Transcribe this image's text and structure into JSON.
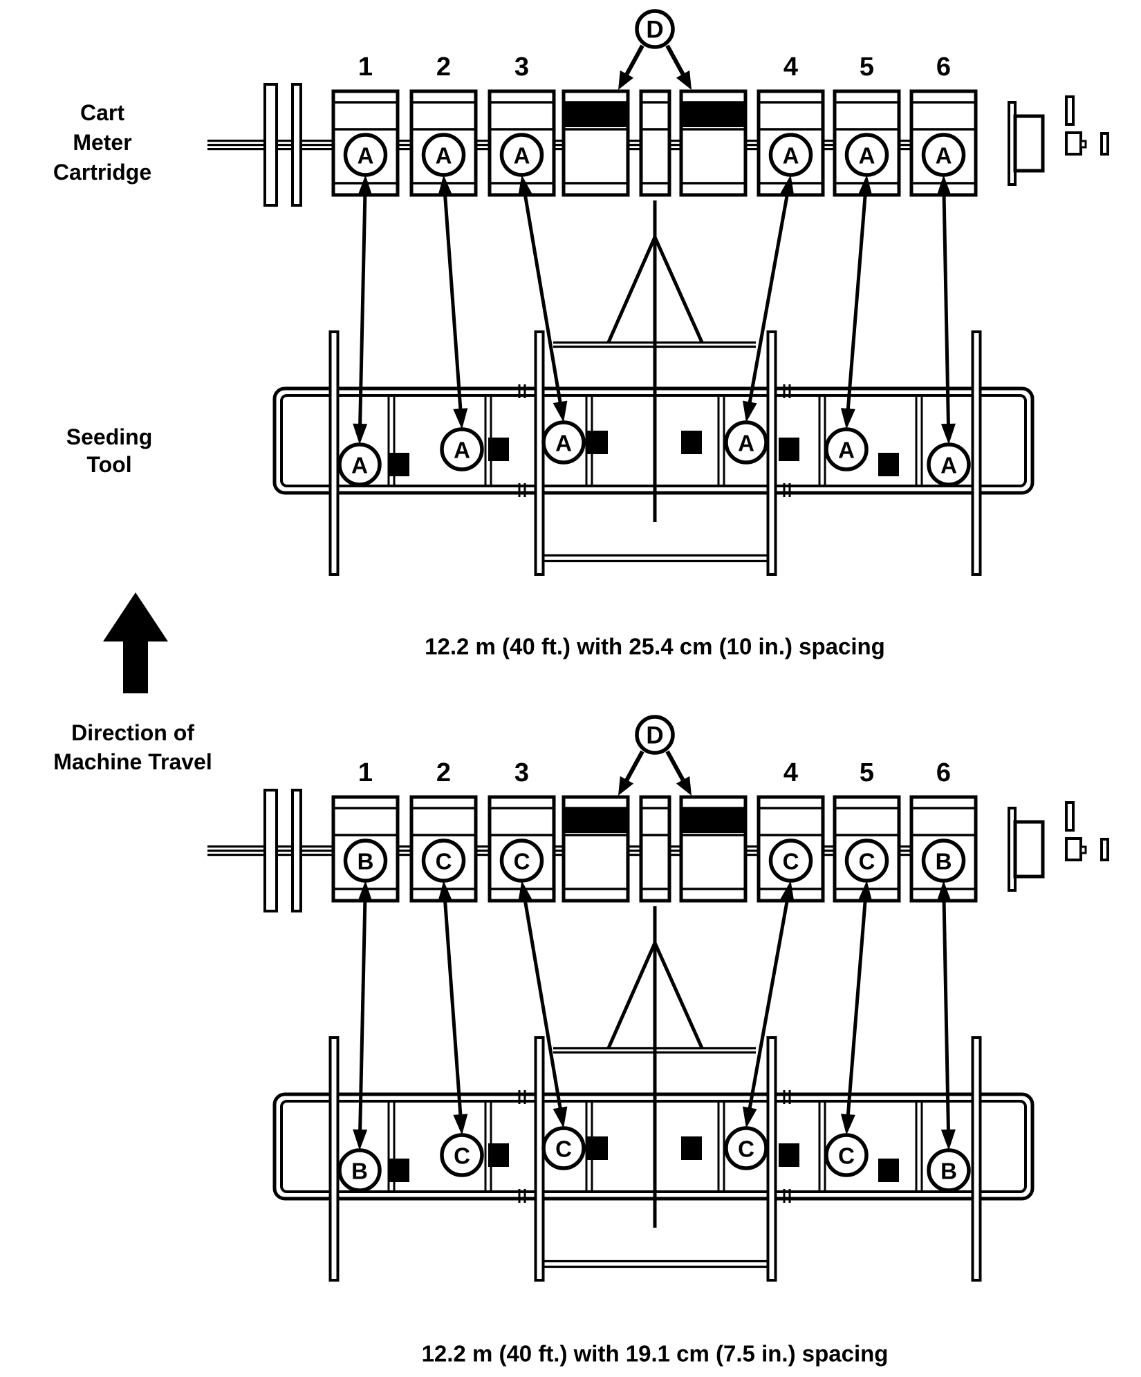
{
  "page": {
    "ink_color": "#000000",
    "background_color": "#ffffff"
  },
  "labels": {
    "cart_meter_cartridge": [
      "Cart",
      "Meter",
      "Cartridge"
    ],
    "seeding_tool": [
      "Seeding",
      "Tool"
    ],
    "direction_of_travel": [
      "Direction of",
      "Machine Travel"
    ]
  },
  "diagrams": [
    {
      "name": "10-inch-spacing",
      "caption": "12.2 m (40 ft.) with 25.4 cm (10 in.) spacing",
      "section_numbers": [
        "1",
        "2",
        "3",
        "4",
        "5",
        "6"
      ],
      "d_label": "D",
      "cartridge_letters": [
        "A",
        "A",
        "A",
        "A",
        "A",
        "A"
      ],
      "opener_letters": [
        "A",
        "A",
        "A",
        "A",
        "A",
        "A"
      ]
    },
    {
      "name": "7.5-inch-spacing",
      "caption": "12.2 m (40 ft.) with 19.1 cm (7.5 in.) spacing",
      "section_numbers": [
        "1",
        "2",
        "3",
        "4",
        "5",
        "6"
      ],
      "d_label": "D",
      "cartridge_letters": [
        "B",
        "C",
        "C",
        "C",
        "C",
        "B"
      ],
      "opener_letters": [
        "B",
        "C",
        "C",
        "C",
        "C",
        "B"
      ]
    }
  ]
}
